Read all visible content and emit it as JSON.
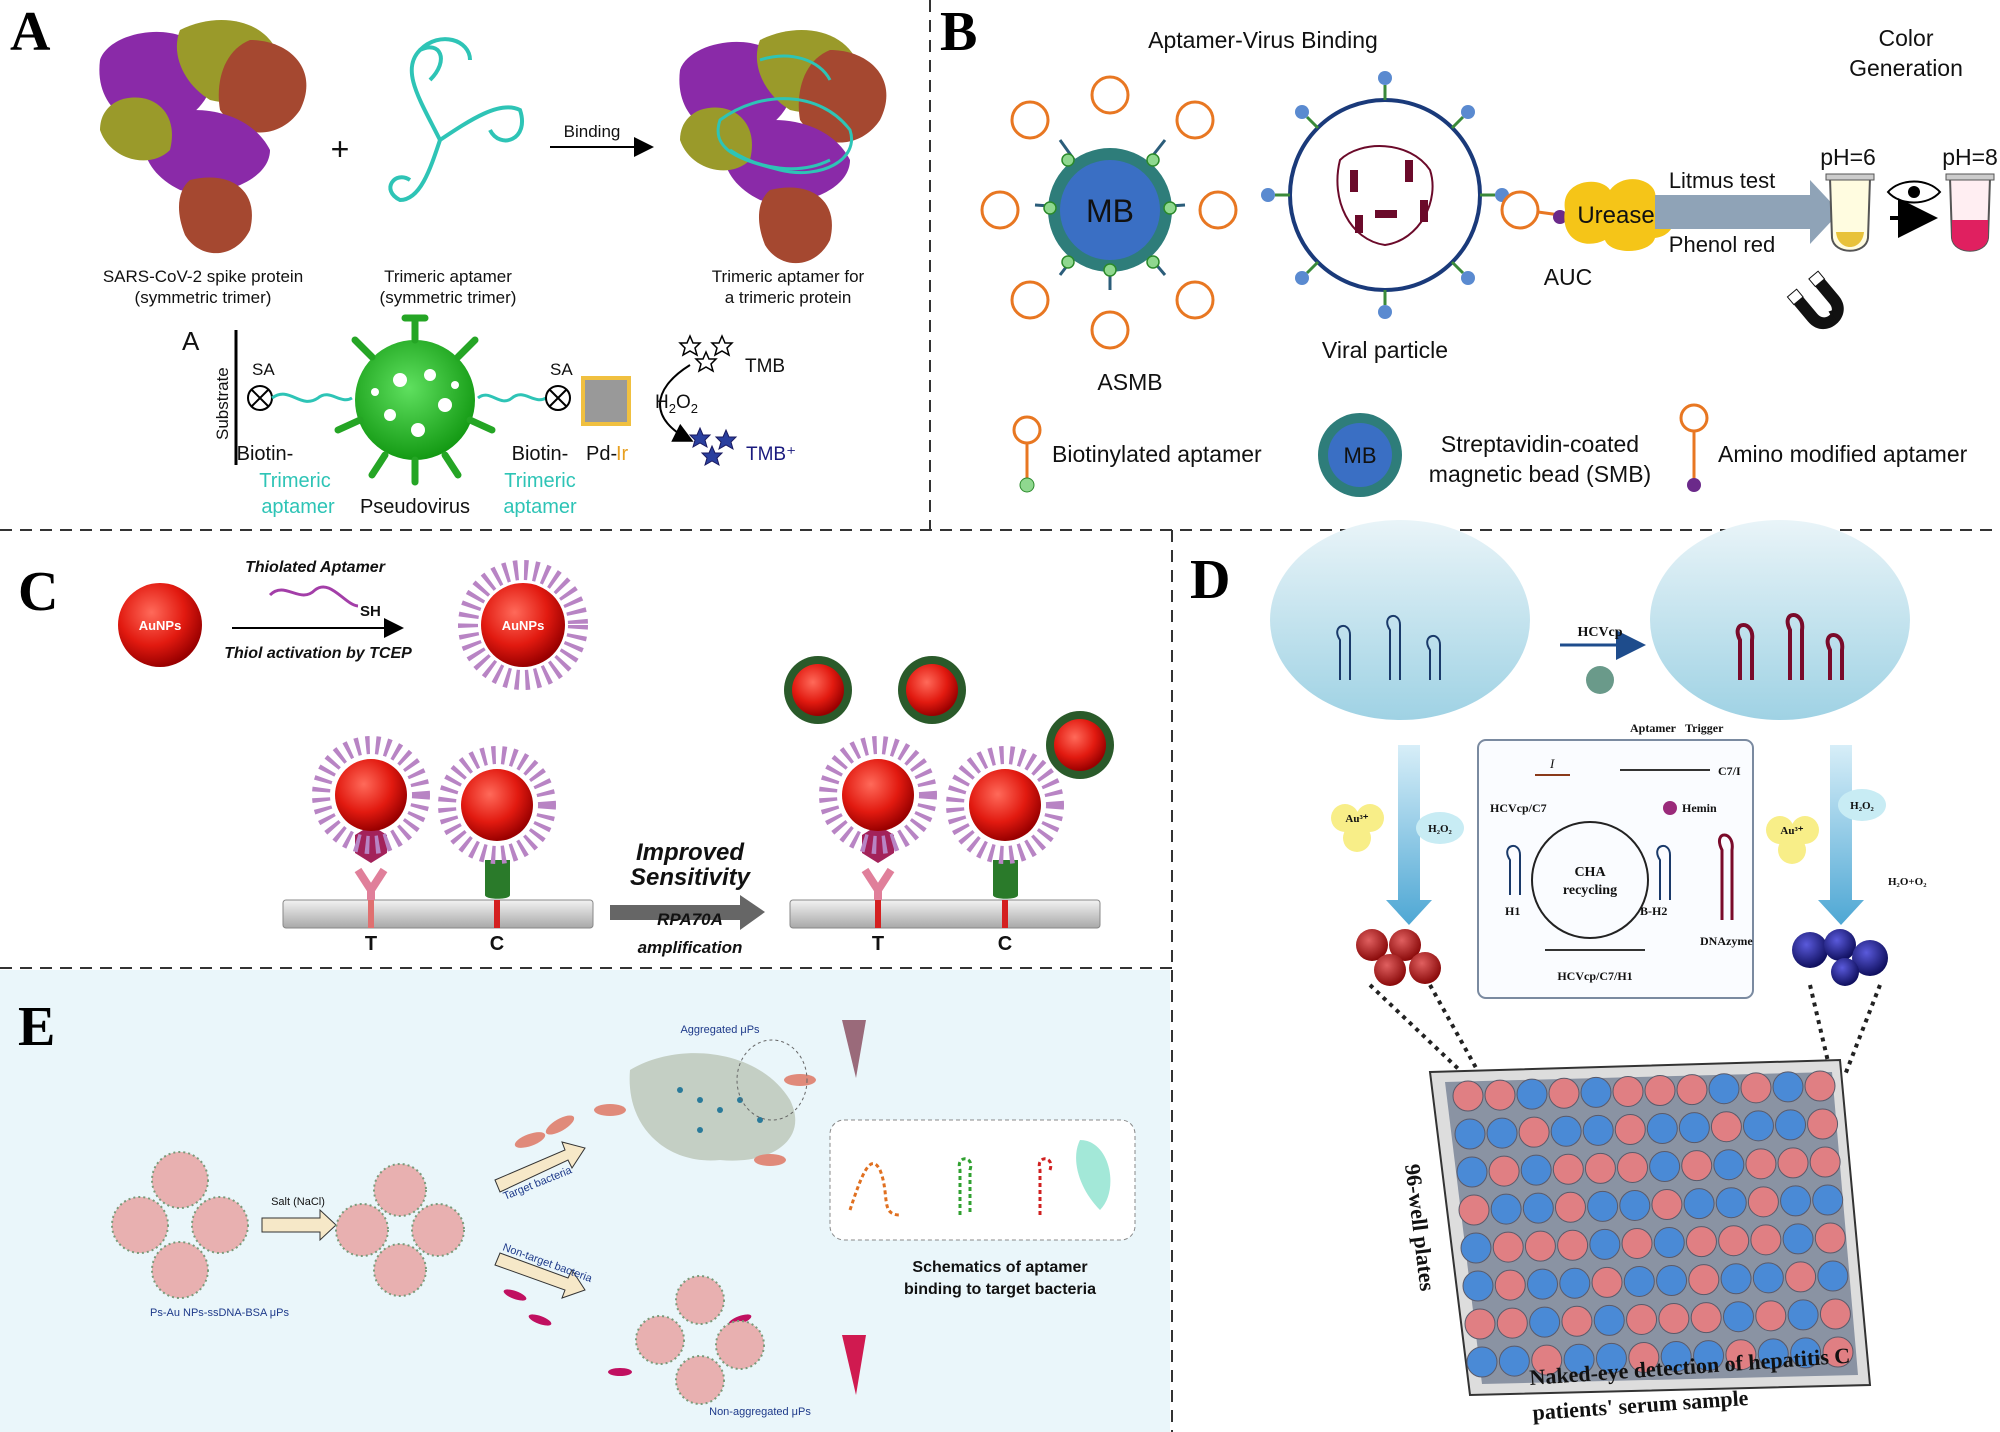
{
  "panels": {
    "A": {
      "letter": "A",
      "spike_label_1": "SARS-CoV-2 spike protein",
      "spike_label_2": "(symmetric trimer)",
      "plus": "+",
      "aptamer_label_1": "Trimeric aptamer",
      "aptamer_label_2": "(symmetric trimer)",
      "binding": "Binding",
      "result_label_1": "Trimeric aptamer for",
      "result_label_2": "a trimeric protein",
      "sub_letter": "A",
      "substrate": "Substrate",
      "sa_left": "SA",
      "sa_right": "SA",
      "biotin_left": "Biotin-",
      "trimeric_left": "Trimeric",
      "aptamer_left": "aptamer",
      "pseudovirus": "Pseudovirus",
      "biotin_right": "Biotin-",
      "trimeric_right": "Trimeric",
      "aptamer_right": "aptamer",
      "pd": "Pd-",
      "ir": "Ir",
      "tmb": "TMB",
      "h2o2": "H",
      "h2o2_sub": "2",
      "h2o2_o": "O",
      "h2o2_sub2": "2",
      "tmb_plus": "TMB⁺"
    },
    "B": {
      "letter": "B",
      "title": "Aptamer-Virus Binding",
      "color_gen_1": "Color",
      "color_gen_2": "Generation",
      "mb": "MB",
      "asmb": "ASMB",
      "viral": "Viral particle",
      "auc": "AUC",
      "urease": "Urease",
      "litmus": "Litmus test",
      "phenol": "Phenol red",
      "ph6": "pH=6",
      "ph8": "pH=8",
      "legend_biotin": "Biotinylated aptamer",
      "legend_mb": "MB",
      "legend_smb_1": "Streptavidin-coated",
      "legend_smb_2": "magnetic bead (SMB)",
      "legend_amino": "Amino modified aptamer"
    },
    "C": {
      "letter": "C",
      "thiolated": "Thiolated Aptamer",
      "sh": "SH",
      "tcep": "Thiol activation by TCEP",
      "aunp_1": "AuNPs",
      "aunp_2": "AuNPs",
      "improved": "Improved",
      "sensitivity": "Sensitivity",
      "rpa": "RPA70A",
      "amplification": "amplification",
      "t1": "T",
      "c1": "C",
      "t2": "T",
      "c2": "C"
    },
    "D": {
      "letter": "D",
      "hcvcp": "HCVcp",
      "aptamer": "Aptamer",
      "trigger": "Trigger",
      "i_label": "I",
      "c7i": "C7/I",
      "hcvcp_c7": "HCVcp/C7",
      "hemin": "Hemin",
      "cha": "CHA",
      "recycling": "recycling",
      "h1": "H1",
      "bh2": "B-H2",
      "dnazyme": "DNAzyme",
      "hcvcp_c7_h1": "HCVcp/C7/H1",
      "au3_left": "Au³⁺",
      "h2o2_left": "H₂O₂",
      "h2o2_right": "H₂O₂",
      "h2o_o2": "H₂O+O₂",
      "au3_right": "Au³⁺",
      "wells": "96-well plates",
      "caption_1": "Naked-eye detection of hepatitis C",
      "caption_2": "patients' serum sample"
    },
    "E": {
      "letter": "E",
      "salt": "Salt (NaCl)",
      "target": "Target bacteria",
      "nontarget": "Non-target bacteria",
      "aggregated": "Aggregated μPs",
      "nonaggregated": "Non-aggregated μPs",
      "ps_label": "Ps-Au NPs-ssDNA-BSA μPs",
      "schematic_1": "Schematics of aptamer",
      "schematic_2": "binding to target bacteria"
    }
  },
  "colors": {
    "teal": "#2ec4b6",
    "green": "#2fb52f",
    "urease": "#f5c518",
    "mb_blue": "#3a6fc4",
    "orange": "#e87722",
    "red": "#d40000",
    "pink": "#e07f83",
    "blue_well": "#4a8ad6",
    "navy": "#1a1a7e"
  }
}
